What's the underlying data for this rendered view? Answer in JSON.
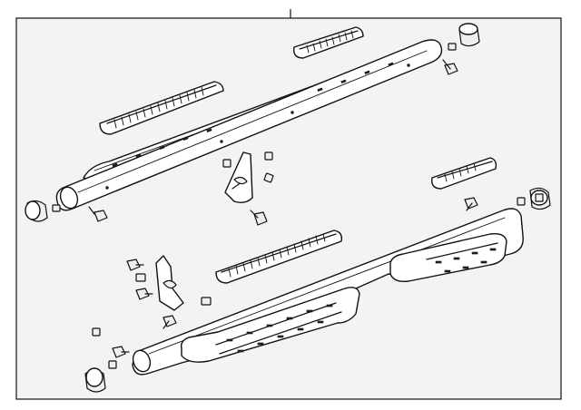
{
  "diagram": {
    "kind": "exploded parts diagram",
    "background_color": "#f3f3f3",
    "line_color": "#111111",
    "parts": [
      {
        "name": "upper-step-bar"
      },
      {
        "name": "lower-tube-step-bar"
      },
      {
        "name": "step-pad"
      },
      {
        "name": "end-cap"
      },
      {
        "name": "mounting-bracket"
      },
      {
        "name": "bolt"
      },
      {
        "name": "nut"
      }
    ]
  }
}
